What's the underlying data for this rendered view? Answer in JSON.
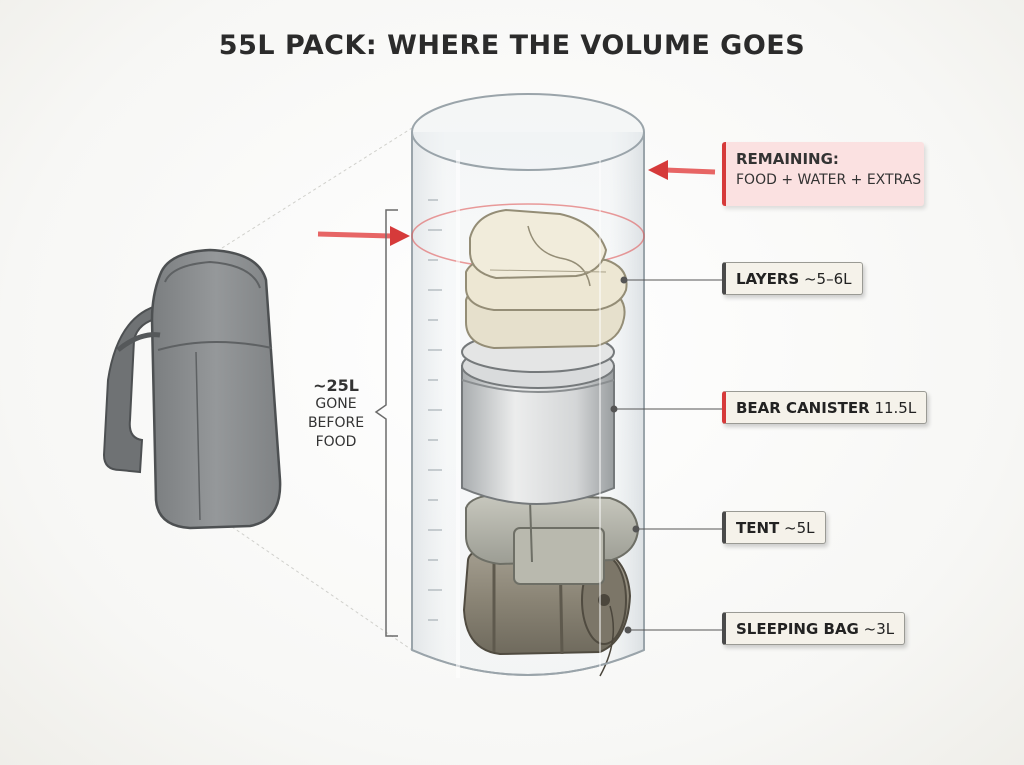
{
  "title": "55L PACK: WHERE THE VOLUME GOES",
  "remaining": {
    "heading": "REMAINING:",
    "detail": "FOOD + WATER + EXTRAS"
  },
  "gone_note": {
    "amount": "~25L",
    "line1": "GONE",
    "line2": "BEFORE",
    "line3": "FOOD"
  },
  "labels": [
    {
      "name": "LAYERS",
      "volume": "~5–6L"
    },
    {
      "name": "BEAR CANISTER",
      "volume": "11.5L"
    },
    {
      "name": "TENT",
      "volume": "~5L"
    },
    {
      "name": "SLEEPING BAG",
      "volume": "~3L"
    }
  ],
  "colors": {
    "accent_red": "#d63a3a",
    "pack_gray": "#8a8d8f",
    "text_dark": "#2b2b2b"
  }
}
